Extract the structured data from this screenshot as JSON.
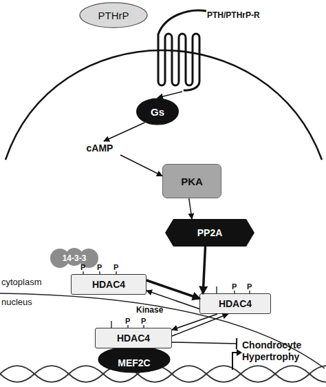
{
  "diagram": {
    "nodes": [
      {
        "text": [
          "PTHrP"
        ]
      },
      {
        "text": [
          "PTH/PTHrP-R"
        ]
      },
      {
        "text": [
          "Gs"
        ]
      },
      {
        "text": [
          "cAMP"
        ]
      },
      {
        "text": [
          "PKA"
        ]
      },
      {
        "text": [
          "PP2A"
        ]
      },
      {
        "text": [
          "14-3-3"
        ]
      },
      {
        "text": [
          "HDAC4"
        ]
      },
      {
        "text": [
          "HDAC4"
        ]
      },
      {
        "text": [
          "HDAC4"
        ]
      },
      {
        "text": [
          "MEF2C"
        ]
      },
      {
        "text": [
          "Chondrocyte Hypertrophy"
        ]
      }
    ],
    "edges": [
      {
        "from": 1,
        "to": 2,
        "arrow": "to"
      },
      {
        "from": 2,
        "to": 3,
        "arrow": "to"
      },
      {
        "from": 3,
        "to": 4,
        "arrow": "to"
      },
      {
        "from": 4,
        "to": 5,
        "arrow": "to"
      },
      {
        "from": 5,
        "to": 8,
        "arrow": "to"
      },
      {
        "from": 7,
        "to": 8,
        "arrow": "to"
      },
      {
        "from": 8,
        "to": 7,
        "label": "Kinase",
        "arrow": "to"
      },
      {
        "from": 8,
        "to": 9,
        "arrow": "to"
      },
      {
        "from": 9,
        "to": 8,
        "arrow": "to"
      },
      {
        "from": 9,
        "to": 11,
        "arrow": "none"
      }
    ],
    "labels": [
      "cytoplasm",
      "nucleus",
      "P",
      "P",
      "P",
      "P",
      "P",
      "P",
      "P"
    ]
  }
}
